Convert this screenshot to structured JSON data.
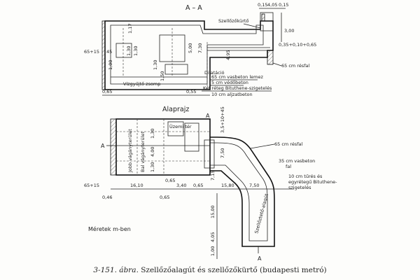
{
  "section": {
    "title": "A – A",
    "labels": {
      "air_shaft": "Szellőzőkürtő",
      "sump": "Vízgyűjtő zsomp",
      "dilatation": "Dilatáció",
      "wall65": "65 cm résfal",
      "layer1": "65 cm vasbeton lemez",
      "layer2": "5 cm védőbeton",
      "layer3": "Két réteg Bituthene-szigetelés",
      "layer4": "10 cm aljzatbeton"
    },
    "dims": {
      "top_a": "0,15",
      "top_b": "4,05",
      "top_c": "0,15",
      "v300": "3,00",
      "v117": "1,17",
      "v130a": "1,30",
      "v130b": "1,30",
      "v500": "5,00",
      "v730": "7,30",
      "left_65_15": "65+15",
      "left_45": "45",
      "v100": "1,00",
      "v130c": "1,30",
      "v150": "1,50",
      "h_035": "0,35+0,10+0,65",
      "v495": "4,95",
      "bottom_065": "0,65",
      "bottom_055": "0,55"
    }
  },
  "plan": {
    "title": "Alaprajz",
    "labels": {
      "op_space": "Üzemi tér",
      "right_track": "Jobb vágányterület",
      "left_track": "Bal vágányterület",
      "shaft": "Szellőztető-alagút",
      "wall65": "65 cm résfal",
      "wall35_a": "35 cm vasbeton",
      "wall35_b": "fal",
      "fill_a": "10 cm tűrés és",
      "fill_b": "egyrétegű Bituthene-",
      "fill_c": "szigetelés",
      "cut_a_top": "A",
      "cut_a_left": "A",
      "cut_a_bottom": "A"
    },
    "dims": {
      "d65_15": "65+15",
      "d1610": "16,10",
      "d065a": "0,65",
      "d340": "3,40",
      "d065b": "0,65",
      "d046": "0,46",
      "d065c": "0,65",
      "d130a": "1,30",
      "d400": "4,00",
      "d130b": "1,30",
      "d1580": "15,80",
      "d750a": "7,50",
      "d750b": "7,50",
      "d715": "7,15",
      "d1500": "15,00",
      "d405": "4,05",
      "d100": "1,00",
      "d3501545": "3,5+10+45"
    }
  },
  "note": "Méretek m-ben",
  "caption": {
    "figure": "3-151. ábra.",
    "text": " Szellőzőalagút és szellőzőkürtő (budapesti metró)"
  }
}
